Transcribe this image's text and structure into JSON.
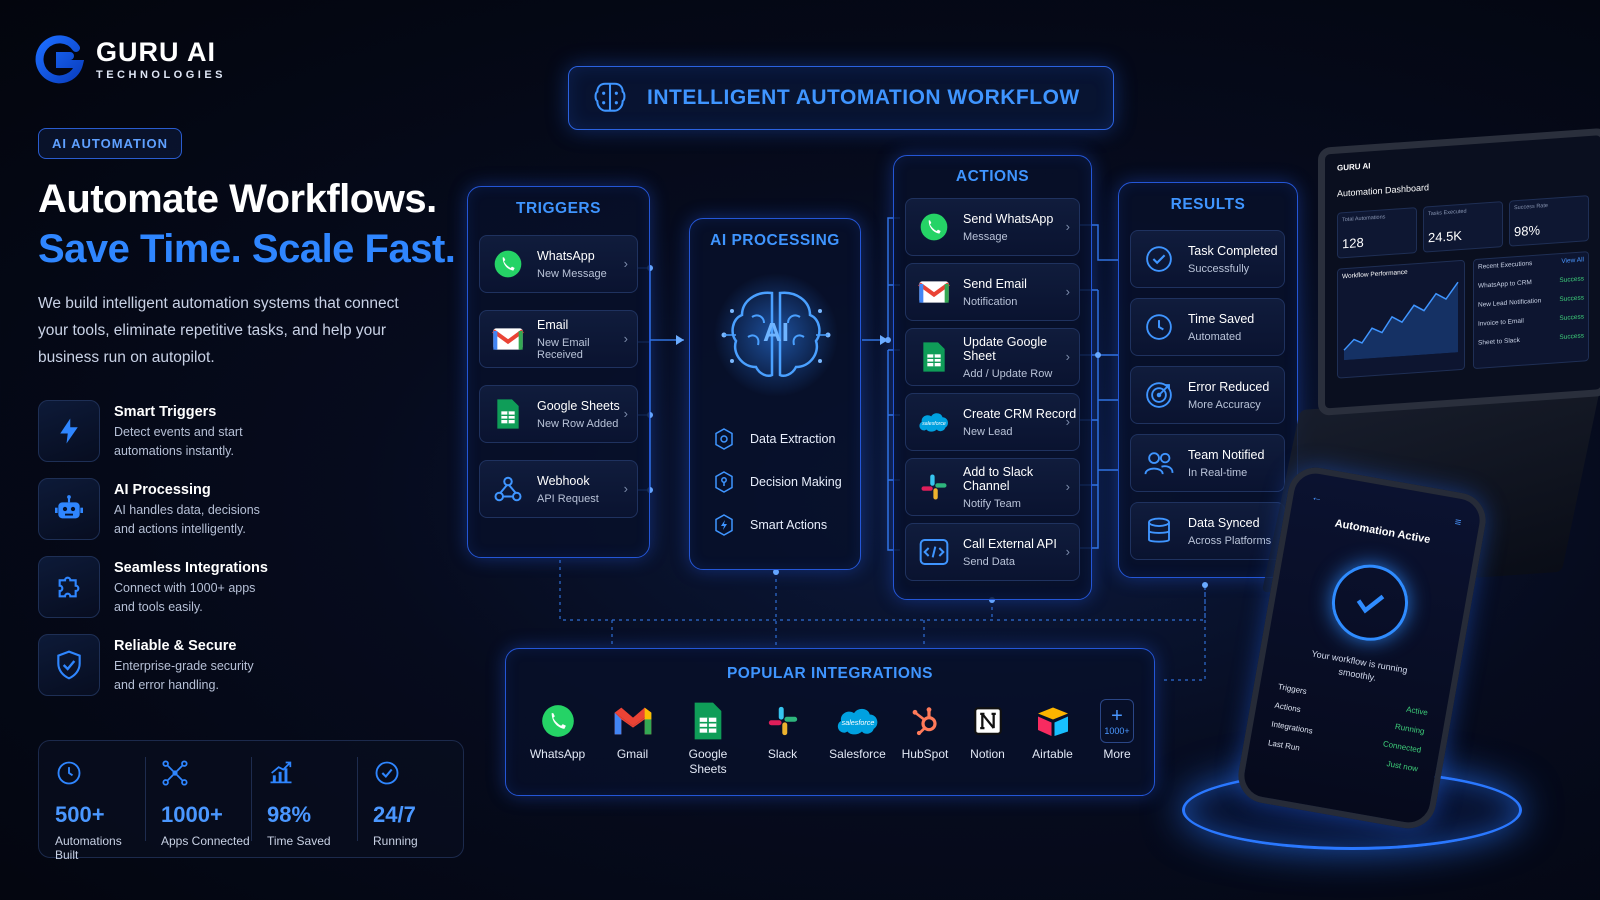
{
  "brand": {
    "name": "GURU AI",
    "sub": "TECHNOLOGIES"
  },
  "pill": "AI AUTOMATION",
  "headline": {
    "line1": "Automate Workflows.",
    "line2": "Save Time. Scale Fast."
  },
  "intro": "We build intelligent automation systems that connect your tools, eliminate repetitive tasks, and help your business run on autopilot.",
  "features": [
    {
      "icon": "lightning-icon",
      "title": "Smart Triggers",
      "desc": "Detect events and start automations instantly."
    },
    {
      "icon": "robot-icon",
      "title": "AI Processing",
      "desc": "AI handles data, decisions and actions intelligently."
    },
    {
      "icon": "puzzle-icon",
      "title": "Seamless Integrations",
      "desc": "Connect with 1000+ apps and tools easily."
    },
    {
      "icon": "shield-check-icon",
      "title": "Reliable & Secure",
      "desc": "Enterprise-grade security and error handling."
    }
  ],
  "stats": [
    {
      "icon": "clock-icon",
      "value": "500+",
      "label": "Automations Built"
    },
    {
      "icon": "network-icon",
      "value": "1000+",
      "label": "Apps Connected"
    },
    {
      "icon": "growth-chart-icon",
      "value": "98%",
      "label": "Time Saved"
    },
    {
      "icon": "check-circle-icon",
      "value": "24/7",
      "label": "Running"
    }
  ],
  "banner": "INTELLIGENT AUTOMATION WORKFLOW",
  "triggers": {
    "title": "TRIGGERS",
    "items": [
      {
        "icon": "whatsapp-icon",
        "t1": "WhatsApp",
        "t2": "New Message"
      },
      {
        "icon": "gmail-icon",
        "t1": "Email",
        "t2": "New Email Received"
      },
      {
        "icon": "google-sheets-icon",
        "t1": "Google Sheets",
        "t2": "New Row Added"
      },
      {
        "icon": "webhook-icon",
        "t1": "Webhook",
        "t2": "API Request"
      }
    ]
  },
  "ai": {
    "title": "AI PROCESSING",
    "brain_label": "AI",
    "items": [
      {
        "icon": "extract-icon",
        "label": "Data Extraction"
      },
      {
        "icon": "decision-icon",
        "label": "Decision Making"
      },
      {
        "icon": "smart-action-icon",
        "label": "Smart Actions"
      }
    ]
  },
  "actions": {
    "title": "ACTIONS",
    "items": [
      {
        "icon": "whatsapp-icon",
        "t1": "Send WhatsApp",
        "t2": "Message"
      },
      {
        "icon": "gmail-icon",
        "t1": "Send Email",
        "t2": "Notification"
      },
      {
        "icon": "google-sheets-icon",
        "t1": "Update Google Sheet",
        "t2": "Add / Update Row"
      },
      {
        "icon": "salesforce-icon",
        "t1": "Create CRM Record",
        "t2": "New Lead"
      },
      {
        "icon": "slack-icon",
        "t1": "Add to Slack Channel",
        "t2": "Notify Team"
      },
      {
        "icon": "code-icon",
        "t1": "Call External API",
        "t2": "Send Data"
      }
    ]
  },
  "results": {
    "title": "RESULTS",
    "items": [
      {
        "icon": "check-circle-icon",
        "t1": "Task Completed",
        "t2": "Successfully"
      },
      {
        "icon": "clock-icon",
        "t1": "Time Saved",
        "t2": "Automated"
      },
      {
        "icon": "target-icon",
        "t1": "Error Reduced",
        "t2": "More Accuracy"
      },
      {
        "icon": "team-icon",
        "t1": "Team Notified",
        "t2": "In Real-time"
      },
      {
        "icon": "database-icon",
        "t1": "Data Synced",
        "t2": "Across Platforms"
      }
    ]
  },
  "integrations": {
    "title": "POPULAR INTEGRATIONS",
    "items": [
      {
        "icon": "whatsapp-icon",
        "label": "WhatsApp"
      },
      {
        "icon": "gmail-icon",
        "label": "Gmail"
      },
      {
        "icon": "google-sheets-icon",
        "label": "Google Sheets"
      },
      {
        "icon": "slack-icon",
        "label": "Slack"
      },
      {
        "icon": "salesforce-icon",
        "label": "Salesforce"
      },
      {
        "icon": "hubspot-icon",
        "label": "HubSpot"
      },
      {
        "icon": "notion-icon",
        "label": "Notion"
      },
      {
        "icon": "airtable-icon",
        "label": "Airtable"
      }
    ],
    "more": {
      "count": "1000+",
      "label": "More"
    }
  },
  "laptop": {
    "brand": "GURU AI",
    "title": "Automation Dashboard",
    "kpis": [
      {
        "label": "Total Automations",
        "value": "128"
      },
      {
        "label": "Tasks Executed",
        "value": "24.5K"
      },
      {
        "label": "Success Rate",
        "value": "98%"
      }
    ],
    "perf_title": "Workflow Performance",
    "recent_title": "Recent Executions",
    "view_all": "View All",
    "recent": [
      {
        "name": "WhatsApp to CRM",
        "status": "Success"
      },
      {
        "name": "New Lead Notification",
        "status": "Success"
      },
      {
        "name": "Invoice to Email",
        "status": "Success"
      },
      {
        "name": "Sheet to Slack",
        "status": "Success"
      }
    ]
  },
  "phone": {
    "title": "Automation Active",
    "message": "Your workflow is running smoothly.",
    "rows": [
      {
        "label": "Triggers",
        "status": "Active"
      },
      {
        "label": "Actions",
        "status": "Running"
      },
      {
        "label": "Integrations",
        "status": "Connected"
      },
      {
        "label": "Last Run",
        "status": "Just now"
      }
    ]
  },
  "colors": {
    "accent": "#2f86ff",
    "panel_border": "#2456d6",
    "success": "#3ecf7a",
    "bg": "#03050d"
  }
}
